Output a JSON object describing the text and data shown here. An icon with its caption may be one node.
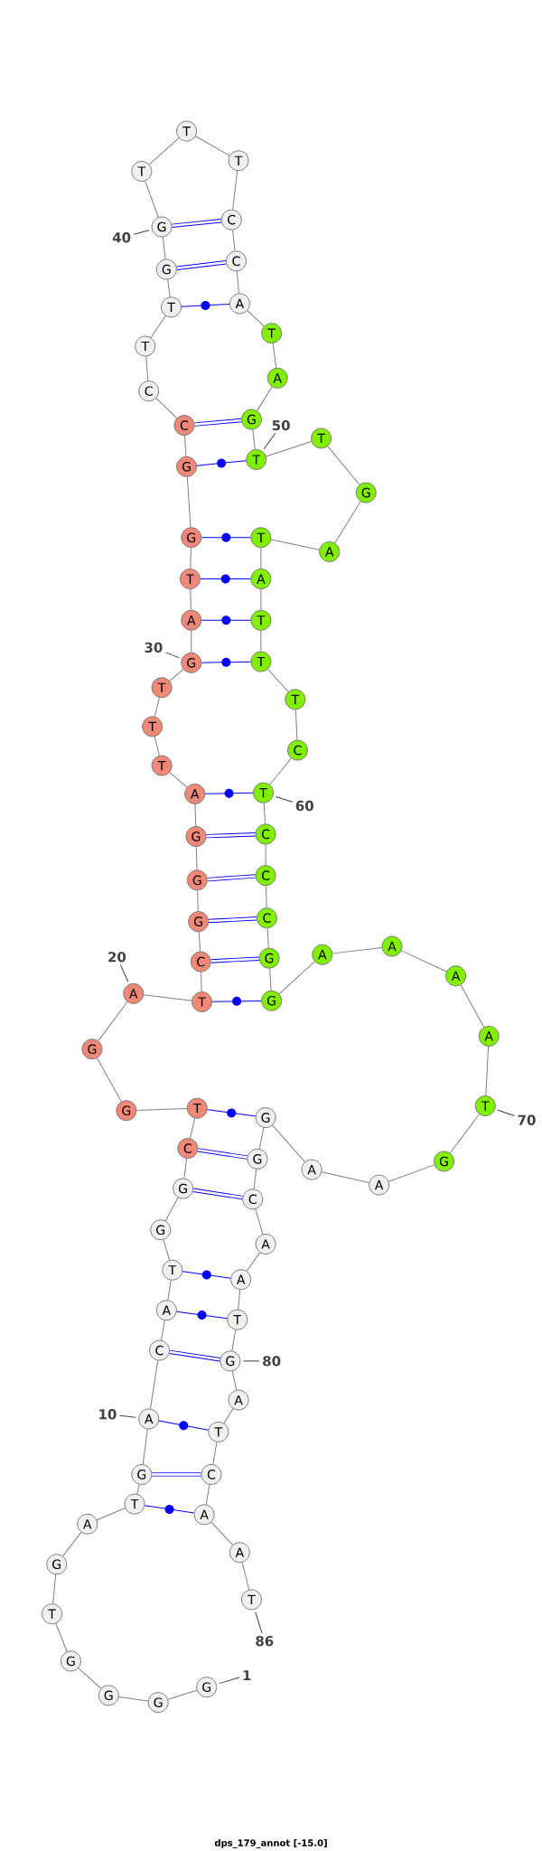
{
  "diagram": {
    "caption": "dps_179_annot [-15.0]",
    "nodes": [
      {
        "text": [
          "G"
        ]
      },
      {
        "text": [
          "G"
        ]
      },
      {
        "text": [
          "G"
        ]
      },
      {
        "text": [
          "G"
        ]
      },
      {
        "text": [
          "T"
        ]
      },
      {
        "text": [
          "G"
        ]
      },
      {
        "text": [
          "A"
        ]
      },
      {
        "text": [
          "T"
        ]
      },
      {
        "text": [
          "G"
        ]
      },
      {
        "text": [
          "A"
        ]
      },
      {
        "text": [
          "C"
        ]
      },
      {
        "text": [
          "A"
        ]
      },
      {
        "text": [
          "T"
        ]
      },
      {
        "text": [
          "G"
        ]
      },
      {
        "text": [
          "G"
        ]
      },
      {
        "text": [
          "C"
        ]
      },
      {
        "text": [
          "T"
        ]
      },
      {
        "text": [
          "G"
        ]
      },
      {
        "text": [
          "G"
        ]
      },
      {
        "text": [
          "A"
        ]
      },
      {
        "text": [
          "T"
        ]
      },
      {
        "text": [
          "C"
        ]
      },
      {
        "text": [
          "G"
        ]
      },
      {
        "text": [
          "G"
        ]
      },
      {
        "text": [
          "G"
        ]
      },
      {
        "text": [
          "A"
        ]
      },
      {
        "text": [
          "T"
        ]
      },
      {
        "text": [
          "T"
        ]
      },
      {
        "text": [
          "T"
        ]
      },
      {
        "text": [
          "G"
        ]
      },
      {
        "text": [
          "A"
        ]
      },
      {
        "text": [
          "T"
        ]
      },
      {
        "text": [
          "G"
        ]
      },
      {
        "text": [
          "G"
        ]
      },
      {
        "text": [
          "C"
        ]
      },
      {
        "text": [
          "C"
        ]
      },
      {
        "text": [
          "T"
        ]
      },
      {
        "text": [
          "T"
        ]
      },
      {
        "text": [
          "G"
        ]
      },
      {
        "text": [
          "G"
        ]
      },
      {
        "text": [
          "T"
        ]
      },
      {
        "text": [
          "T"
        ]
      },
      {
        "text": [
          "T"
        ]
      },
      {
        "text": [
          "C"
        ]
      },
      {
        "text": [
          "C"
        ]
      },
      {
        "text": [
          "A"
        ]
      },
      {
        "text": [
          "T"
        ]
      },
      {
        "text": [
          "A"
        ]
      },
      {
        "text": [
          "G"
        ]
      },
      {
        "text": [
          "T"
        ]
      },
      {
        "text": [
          "T"
        ]
      },
      {
        "text": [
          "G"
        ]
      },
      {
        "text": [
          "A"
        ]
      },
      {
        "text": [
          "T"
        ]
      },
      {
        "text": [
          "A"
        ]
      },
      {
        "text": [
          "T"
        ]
      },
      {
        "text": [
          "T"
        ]
      },
      {
        "text": [
          "T"
        ]
      },
      {
        "text": [
          "C"
        ]
      },
      {
        "text": [
          "T"
        ]
      },
      {
        "text": [
          "C"
        ]
      },
      {
        "text": [
          "C"
        ]
      },
      {
        "text": [
          "C"
        ]
      },
      {
        "text": [
          "G"
        ]
      },
      {
        "text": [
          "G"
        ]
      },
      {
        "text": [
          "A"
        ]
      },
      {
        "text": [
          "A"
        ]
      },
      {
        "text": [
          "A"
        ]
      },
      {
        "text": [
          "A"
        ]
      },
      {
        "text": [
          "T"
        ]
      },
      {
        "text": [
          "G"
        ]
      },
      {
        "text": [
          "A"
        ]
      },
      {
        "text": [
          "A"
        ]
      },
      {
        "text": [
          "G"
        ]
      },
      {
        "text": [
          "G"
        ]
      },
      {
        "text": [
          "C"
        ]
      },
      {
        "text": [
          "A"
        ]
      },
      {
        "text": [
          "A"
        ]
      },
      {
        "text": [
          "T"
        ]
      },
      {
        "text": [
          "G"
        ]
      },
      {
        "text": [
          "A"
        ]
      },
      {
        "text": [
          "T"
        ]
      },
      {
        "text": [
          "C"
        ]
      },
      {
        "text": [
          "A"
        ]
      },
      {
        "text": [
          "A"
        ]
      },
      {
        "text": [
          "T"
        ]
      },
      {
        "text": [
          "1"
        ]
      },
      {
        "text": [
          "10"
        ]
      },
      {
        "text": [
          "20"
        ]
      },
      {
        "text": [
          "30"
        ]
      },
      {
        "text": [
          "40"
        ]
      },
      {
        "text": [
          "50"
        ]
      },
      {
        "text": [
          "60"
        ]
      },
      {
        "text": [
          "70"
        ]
      },
      {
        "text": [
          "80"
        ]
      },
      {
        "text": [
          "86"
        ]
      }
    ],
    "edges": [
      {
        "from": 0,
        "to": 1,
        "arrow": "none"
      },
      {
        "from": 1,
        "to": 2,
        "arrow": "none"
      },
      {
        "from": 2,
        "to": 3,
        "arrow": "none"
      },
      {
        "from": 3,
        "to": 4,
        "arrow": "none"
      },
      {
        "from": 4,
        "to": 5,
        "arrow": "none"
      },
      {
        "from": 5,
        "to": 6,
        "arrow": "none"
      },
      {
        "from": 6,
        "to": 7,
        "arrow": "none"
      },
      {
        "from": 7,
        "to": 8,
        "arrow": "none"
      },
      {
        "from": 8,
        "to": 9,
        "arrow": "none"
      },
      {
        "from": 9,
        "to": 10,
        "arrow": "none"
      },
      {
        "from": 10,
        "to": 11,
        "arrow": "none"
      },
      {
        "from": 11,
        "to": 12,
        "arrow": "none"
      },
      {
        "from": 12,
        "to": 13,
        "arrow": "none"
      },
      {
        "from": 13,
        "to": 14,
        "arrow": "none"
      },
      {
        "from": 14,
        "to": 15,
        "arrow": "none"
      },
      {
        "from": 15,
        "to": 16,
        "arrow": "none"
      },
      {
        "from": 16,
        "to": 17,
        "arrow": "none"
      },
      {
        "from": 17,
        "to": 18,
        "arrow": "none"
      },
      {
        "from": 18,
        "to": 19,
        "arrow": "none"
      },
      {
        "from": 19,
        "to": 20,
        "arrow": "none"
      },
      {
        "from": 20,
        "to": 21,
        "arrow": "none"
      },
      {
        "from": 21,
        "to": 22,
        "arrow": "none"
      },
      {
        "from": 22,
        "to": 23,
        "arrow": "none"
      },
      {
        "from": 23,
        "to": 24,
        "arrow": "none"
      },
      {
        "from": 24,
        "to": 25,
        "arrow": "none"
      },
      {
        "from": 25,
        "to": 26,
        "arrow": "none"
      },
      {
        "from": 26,
        "to": 27,
        "arrow": "none"
      },
      {
        "from": 27,
        "to": 28,
        "arrow": "none"
      },
      {
        "from": 28,
        "to": 29,
        "arrow": "none"
      },
      {
        "from": 29,
        "to": 30,
        "arrow": "none"
      },
      {
        "from": 30,
        "to": 31,
        "arrow": "none"
      },
      {
        "from": 31,
        "to": 32,
        "arrow": "none"
      },
      {
        "from": 32,
        "to": 33,
        "arrow": "none"
      },
      {
        "from": 33,
        "to": 34,
        "arrow": "none"
      },
      {
        "from": 34,
        "to": 35,
        "arrow": "none"
      },
      {
        "from": 35,
        "to": 36,
        "arrow": "none"
      },
      {
        "from": 36,
        "to": 37,
        "arrow": "none"
      },
      {
        "from": 37,
        "to": 38,
        "arrow": "none"
      },
      {
        "from": 38,
        "to": 39,
        "arrow": "none"
      },
      {
        "from": 39,
        "to": 40,
        "arrow": "none"
      },
      {
        "from": 40,
        "to": 41,
        "arrow": "none"
      },
      {
        "from": 41,
        "to": 42,
        "arrow": "none"
      },
      {
        "from": 42,
        "to": 43,
        "arrow": "none"
      },
      {
        "from": 43,
        "to": 44,
        "arrow": "none"
      },
      {
        "from": 44,
        "to": 45,
        "arrow": "none"
      },
      {
        "from": 45,
        "to": 46,
        "arrow": "none"
      },
      {
        "from": 46,
        "to": 47,
        "arrow": "none"
      },
      {
        "from": 47,
        "to": 48,
        "arrow": "none"
      },
      {
        "from": 48,
        "to": 49,
        "arrow": "none"
      },
      {
        "from": 49,
        "to": 50,
        "arrow": "none"
      },
      {
        "from": 50,
        "to": 51,
        "arrow": "none"
      },
      {
        "from": 51,
        "to": 52,
        "arrow": "none"
      },
      {
        "from": 52,
        "to": 53,
        "arrow": "none"
      },
      {
        "from": 53,
        "to": 54,
        "arrow": "none"
      },
      {
        "from": 54,
        "to": 55,
        "arrow": "none"
      },
      {
        "from": 55,
        "to": 56,
        "arrow": "none"
      },
      {
        "from": 56,
        "to": 57,
        "arrow": "none"
      },
      {
        "from": 57,
        "to": 58,
        "arrow": "none"
      },
      {
        "from": 58,
        "to": 59,
        "arrow": "none"
      },
      {
        "from": 59,
        "to": 60,
        "arrow": "none"
      },
      {
        "from": 60,
        "to": 61,
        "arrow": "none"
      },
      {
        "from": 61,
        "to": 62,
        "arrow": "none"
      },
      {
        "from": 62,
        "to": 63,
        "arrow": "none"
      },
      {
        "from": 63,
        "to": 64,
        "arrow": "none"
      },
      {
        "from": 64,
        "to": 65,
        "arrow": "none"
      },
      {
        "from": 65,
        "to": 66,
        "arrow": "none"
      },
      {
        "from": 66,
        "to": 67,
        "arrow": "none"
      },
      {
        "from": 67,
        "to": 68,
        "arrow": "none"
      },
      {
        "from": 68,
        "to": 69,
        "arrow": "none"
      },
      {
        "from": 69,
        "to": 70,
        "arrow": "none"
      },
      {
        "from": 70,
        "to": 71,
        "arrow": "none"
      },
      {
        "from": 71,
        "to": 72,
        "arrow": "none"
      },
      {
        "from": 72,
        "to": 73,
        "arrow": "none"
      },
      {
        "from": 73,
        "to": 74,
        "arrow": "none"
      },
      {
        "from": 74,
        "to": 75,
        "arrow": "none"
      },
      {
        "from": 75,
        "to": 76,
        "arrow": "none"
      },
      {
        "from": 76,
        "to": 77,
        "arrow": "none"
      },
      {
        "from": 77,
        "to": 78,
        "arrow": "none"
      },
      {
        "from": 78,
        "to": 79,
        "arrow": "none"
      },
      {
        "from": 79,
        "to": 80,
        "arrow": "none"
      },
      {
        "from": 80,
        "to": 81,
        "arrow": "none"
      },
      {
        "from": 81,
        "to": 82,
        "arrow": "none"
      },
      {
        "from": 82,
        "to": 83,
        "arrow": "none"
      },
      {
        "from": 83,
        "to": 84,
        "arrow": "none"
      },
      {
        "from": 84,
        "to": 85,
        "arrow": "none"
      },
      {
        "from": 7,
        "to": 83,
        "arrow": "none",
        "color": "#0000ff"
      },
      {
        "from": 8,
        "to": 82,
        "arrow": "none",
        "style": "thick",
        "color": "#0000ff"
      },
      {
        "from": 9,
        "to": 81,
        "arrow": "none",
        "color": "#0000ff"
      },
      {
        "from": 10,
        "to": 79,
        "arrow": "none",
        "style": "thick",
        "color": "#0000ff"
      },
      {
        "from": 11,
        "to": 78,
        "arrow": "none",
        "color": "#0000ff"
      },
      {
        "from": 12,
        "to": 77,
        "arrow": "none",
        "color": "#0000ff"
      },
      {
        "from": 14,
        "to": 75,
        "arrow": "none",
        "style": "thick",
        "color": "#0000ff"
      },
      {
        "from": 15,
        "to": 74,
        "arrow": "none",
        "style": "thick",
        "color": "#0000ff"
      },
      {
        "from": 16,
        "to": 73,
        "arrow": "none",
        "color": "#0000ff"
      },
      {
        "from": 20,
        "to": 64,
        "arrow": "none",
        "color": "#0000ff"
      },
      {
        "from": 21,
        "to": 63,
        "arrow": "none",
        "style": "thick",
        "color": "#0000ff"
      },
      {
        "from": 22,
        "to": 62,
        "arrow": "none",
        "style": "thick",
        "color": "#0000ff"
      },
      {
        "from": 23,
        "to": 61,
        "arrow": "none",
        "style": "thick",
        "color": "#0000ff"
      },
      {
        "from": 24,
        "to": 60,
        "arrow": "none",
        "style": "thick",
        "color": "#0000ff"
      },
      {
        "from": 25,
        "to": 59,
        "arrow": "none",
        "color": "#0000ff"
      },
      {
        "from": 29,
        "to": 56,
        "arrow": "none",
        "color": "#0000ff"
      },
      {
        "from": 30,
        "to": 55,
        "arrow": "none",
        "color": "#0000ff"
      },
      {
        "from": 31,
        "to": 54,
        "arrow": "none",
        "color": "#0000ff"
      },
      {
        "from": 32,
        "to": 53,
        "arrow": "none",
        "color": "#0000ff"
      },
      {
        "from": 33,
        "to": 49,
        "arrow": "none",
        "color": "#0000ff"
      },
      {
        "from": 34,
        "to": 48,
        "arrow": "none",
        "style": "thick",
        "color": "#0000ff"
      },
      {
        "from": 37,
        "to": 45,
        "arrow": "none",
        "color": "#0000ff"
      },
      {
        "from": 38,
        "to": 44,
        "arrow": "none",
        "style": "thick",
        "color": "#0000ff"
      },
      {
        "from": 39,
        "to": 43,
        "arrow": "none",
        "style": "thick",
        "color": "#0000ff"
      },
      {
        "from": 86,
        "to": 0,
        "arrow": "none"
      },
      {
        "from": 87,
        "to": 9,
        "arrow": "none"
      },
      {
        "from": 88,
        "to": 19,
        "arrow": "none"
      },
      {
        "from": 89,
        "to": 29,
        "arrow": "none"
      },
      {
        "from": 90,
        "to": 39,
        "arrow": "none"
      },
      {
        "from": 91,
        "to": 49,
        "arrow": "none"
      },
      {
        "from": 92,
        "to": 59,
        "arrow": "none"
      },
      {
        "from": 93,
        "to": 69,
        "arrow": "none"
      },
      {
        "from": 94,
        "to": 79,
        "arrow": "none"
      },
      {
        "from": 95,
        "to": 85,
        "arrow": "none"
      }
    ]
  }
}
